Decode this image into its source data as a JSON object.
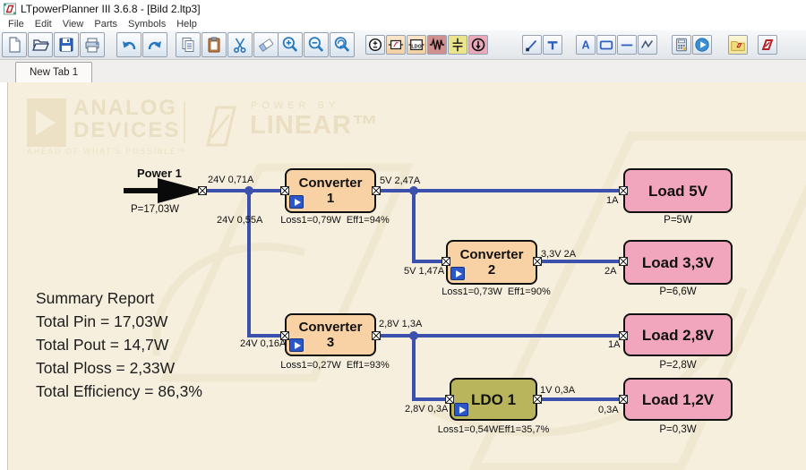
{
  "window": {
    "title": "LTpowerPlanner III 3.6.8 - [Bild 2.ltp3]"
  },
  "menu": [
    "File",
    "Edit",
    "View",
    "Parts",
    "Symbols",
    "Help"
  ],
  "tab": "New Tab 1",
  "toolbar": {
    "ldo_icon_label": "LDO",
    "text_icon_label": "A"
  },
  "watermark": {
    "brand_line1": "ANALOG",
    "brand_line2": "DEVICES",
    "tagline": "AHEAD OF WHAT'S POSSIBLE™",
    "power_by": "POWER BY",
    "linear": "LINEAR™"
  },
  "source": {
    "name": "Power 1",
    "power": "P=17,03W"
  },
  "wires": {
    "source_out": "24V 0,71A",
    "conv1_in": "24V 0,55A",
    "conv1_out": "5V 2,47A",
    "conv2_in": "5V 1,47A",
    "conv2_out": "3,3V 2A",
    "conv3_in": "24V 0,16A",
    "conv3_out": "2,8V 1,3A",
    "ldo_in": "2,8V 0,3A",
    "ldo_out": "1V 0,3A",
    "load5_in": "1A",
    "load33_in": "2A",
    "load28_in": "1A",
    "load12_in": "0,3A"
  },
  "blocks": {
    "conv1": {
      "title": "Converter",
      "num": "1",
      "loss": "Loss1=0,79W  Eff1=94%"
    },
    "conv2": {
      "title": "Converter",
      "num": "2",
      "loss": "Loss1=0,73W  Eff1=90%"
    },
    "conv3": {
      "title": "Converter",
      "num": "3",
      "loss": "Loss1=0,27W  Eff1=93%"
    },
    "ldo1": {
      "title": "LDO 1",
      "loss": "Loss1=0,54WEff1=35,7%"
    },
    "load5": {
      "title": "Load 5V",
      "power": "P=5W"
    },
    "load33": {
      "title": "Load 3,3V",
      "power": "P=6,6W"
    },
    "load28": {
      "title": "Load 2,8V",
      "power": "P=2,8W"
    },
    "load12": {
      "title": "Load 1,2V",
      "power": "P=0,3W"
    }
  },
  "summary": {
    "title": "Summary Report",
    "pin": "Total Pin = 17,03W",
    "pout": "Total Pout = 14,7W",
    "ploss": "Total Ploss = 2,33W",
    "efficiency": "Total Efficiency = 86,3%"
  },
  "colors": {
    "wire": "#3b51ad",
    "converter_fill": "#f8d2a4",
    "ldo_fill": "#b9b55c",
    "load_fill": "#f2a6bd",
    "canvas": "#f6efdd"
  }
}
